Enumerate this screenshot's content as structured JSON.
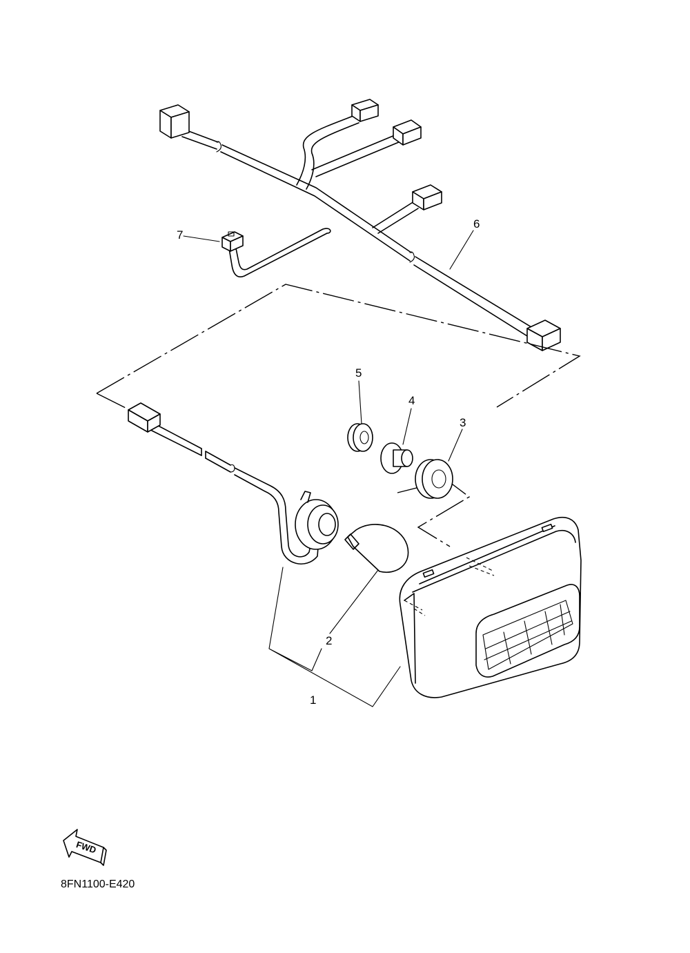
{
  "diagram": {
    "callouts": {
      "c1": "1",
      "c2": "2",
      "c3": "3",
      "c4": "4",
      "c5": "5",
      "c6": "6",
      "c7": "7"
    },
    "direction_label": "FWD",
    "diagram_code": "8FN1100-E420"
  }
}
